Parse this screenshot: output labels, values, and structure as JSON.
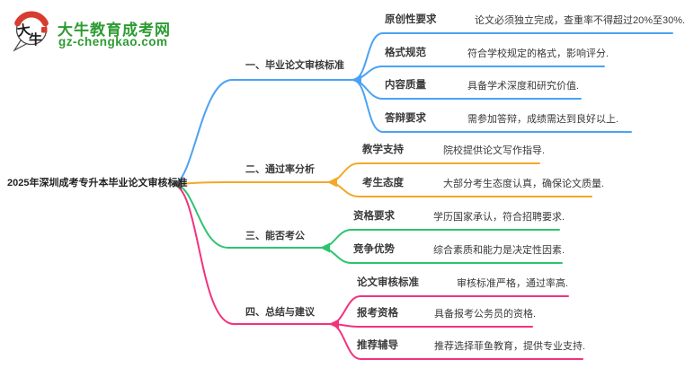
{
  "logo": {
    "name": "大牛教育成考网",
    "domain": "gz-chengkao.com",
    "icon_char1": "大",
    "icon_char2": "牛",
    "green": "#2E9B33",
    "red": "#D63C2F"
  },
  "center": {
    "label": "2025年深圳成考专升本毕业论文审核标准",
    "arrow_color": "#555555"
  },
  "branches": [
    {
      "label": "一、毕业论文审核标准",
      "color": "#4BA2F4",
      "rows": [
        {
          "label": "原创性要求",
          "desc": "论文必须独立完成，查重率不得超过20%至30%."
        },
        {
          "label": "格式规范",
          "desc": "符合学校规定的格式，影响评分."
        },
        {
          "label": "内容质量",
          "desc": "具备学术深度和研究价值."
        },
        {
          "label": "答辩要求",
          "desc": "需参加答辩，成绩需达到良好以上."
        }
      ]
    },
    {
      "label": "二、通过率分析",
      "color": "#F5A728",
      "rows": [
        {
          "label": "教学支持",
          "desc": "院校提供论文写作指导."
        },
        {
          "label": "考生态度",
          "desc": "大部分考生态度认真，确保论文质量."
        }
      ]
    },
    {
      "label": "三、能否考公",
      "color": "#2DC46F",
      "rows": [
        {
          "label": "资格要求",
          "desc": "学历国家承认，符合招聘要求."
        },
        {
          "label": "竞争优势",
          "desc": "综合素质和能力是决定性因素."
        }
      ]
    },
    {
      "label": "四、总结与建议",
      "color": "#F2327E",
      "rows": [
        {
          "label": "论文审核标准",
          "desc": "审核标准严格，通过率高."
        },
        {
          "label": "报考资格",
          "desc": "具备报考公务员的资格."
        },
        {
          "label": "推荐辅导",
          "desc": "推荐选择菲鱼教育，提供专业支持."
        }
      ]
    }
  ]
}
